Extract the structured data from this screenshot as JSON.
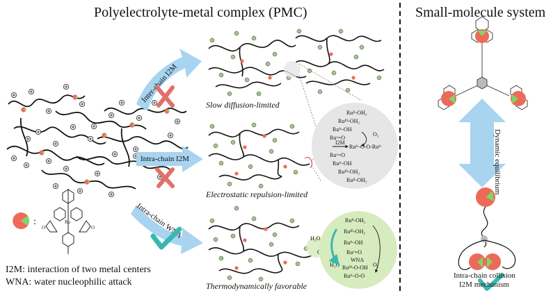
{
  "titles": {
    "pmc": "Polyelectrolyte-metal complex (PMC)",
    "small": "Small-molecule system"
  },
  "arrows": {
    "inter": "Inter-chain I2M",
    "intra": "Intra-chain I2M",
    "wna": "Intra-chain WNA"
  },
  "captions": {
    "slow": "Slow diffusion-limited",
    "electro": "Electrostatic repulsion-limited",
    "thermo": "Thermodynamically favorable"
  },
  "legend": {
    "i2m": "I2M: interaction of two metal centers",
    "wna": "WNA: water nucleophilic attack",
    "colon": ":"
  },
  "i2m_cycle": {
    "r1": "Ruᴵᴵ-OH₂",
    "r2": "Ruᴵᴵᴵ-OH₂",
    "r3": "Ruᴵᵛ-OH",
    "r4": "Ruᵛ=O",
    "o2": "O₂",
    "i2m": "I2M",
    "mid": "Ruᴵᵛ-O-O-Ruᴵᵛ",
    "r5": "Ruᵛ=O",
    "r6": "Ruᴵᵛ-OH",
    "r7": "Ruᴵᴵᴵ-OH₂",
    "r8": "Ruᴵᴵ-OH₂"
  },
  "wna_cycle": {
    "r1": "Ruᴵᴵ-OH₂",
    "r2": "Ruᴵᴵᴵ-OH₂",
    "r3": "Ruᴵᵛ-OH",
    "r4": "Ruᵛ=O",
    "wna": "WNA",
    "h2o": "H₂O",
    "r5": "Ruᴵᴵᴵ-O-OH",
    "o2": "O₂",
    "r6": "Ruᴵᵛ-O-O",
    "mini_h2o": "H₂O",
    "mini_o2": "O₂"
  },
  "small_molecule": {
    "equilibrium": "Dynamic equilibrium",
    "collision1": "Intra-chain collision",
    "collision2": "I2M mechanism"
  },
  "colors": {
    "arrow": "#a8d4f0",
    "cross": "#e2706a",
    "check": "#38b8b0",
    "metal_red": "#ee6a58",
    "metal_green": "#7fd46a",
    "bead": "#9ec98e",
    "i2m_circle": "#e6e6e6",
    "wna_circle": "#d6ecbf"
  }
}
